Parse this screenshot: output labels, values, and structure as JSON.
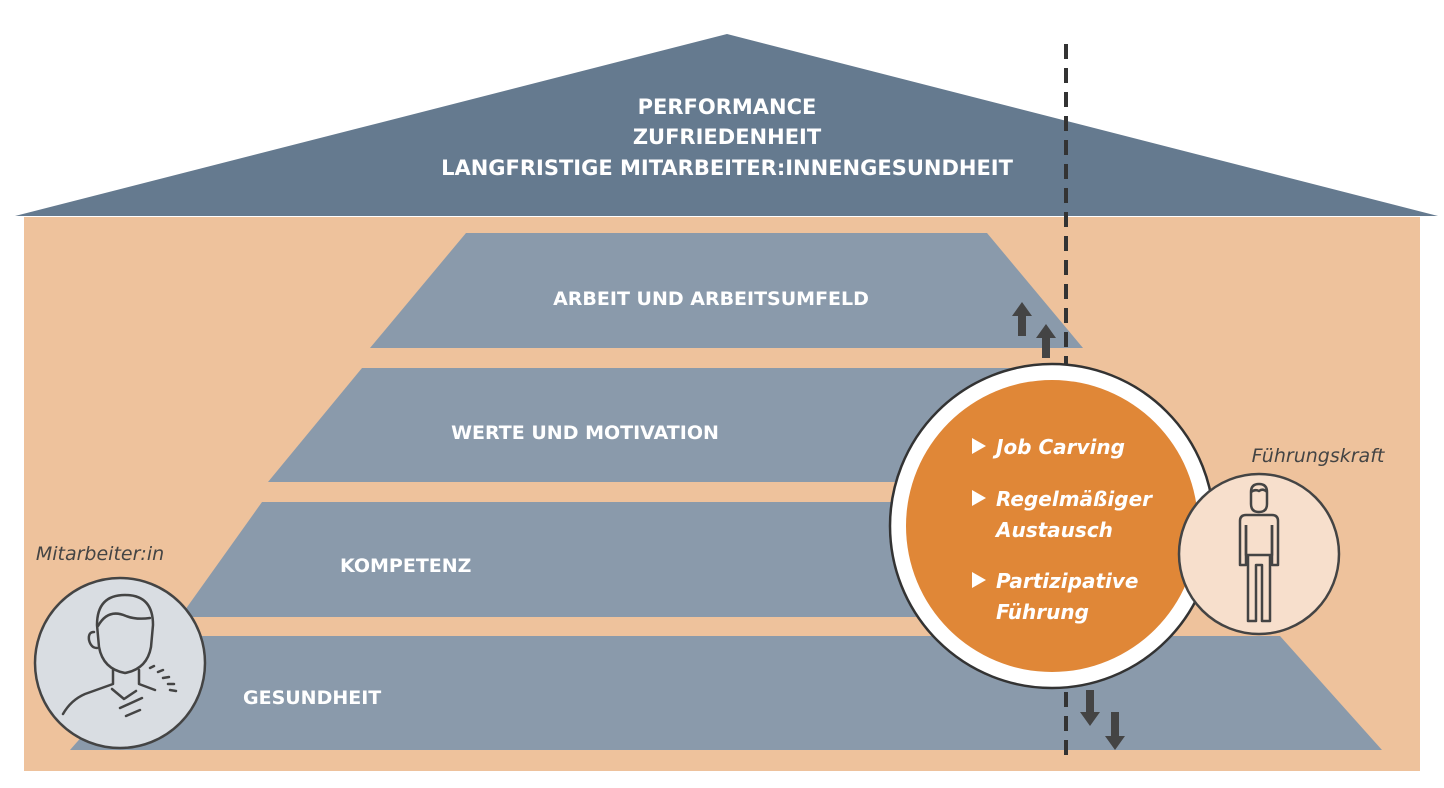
{
  "roof": {
    "line1": "PERFORMANCE",
    "line2": "ZUFRIEDENHEIT",
    "line3": "LANGFRISTIGE MITARBEITER:INNENGESUNDHEIT"
  },
  "levels": [
    {
      "label": "ARBEIT UND ARBEITSUMFELD"
    },
    {
      "label": "WERTE UND MOTIVATION"
    },
    {
      "label": "KOMPETENZ"
    },
    {
      "label": "GESUNDHEIT"
    }
  ],
  "circle": {
    "items": [
      {
        "lines": [
          "Job Carving"
        ]
      },
      {
        "lines": [
          "Regelmäßiger",
          "Austausch"
        ]
      },
      {
        "lines": [
          "Partizipative",
          "Führung"
        ]
      }
    ]
  },
  "roles": {
    "employee": "Mitarbeiter:in",
    "leader": "Führungskraft"
  },
  "icons": {
    "employee": "employee-person-icon",
    "leader": "standing-person-icon",
    "bullet": "triangle-bullet-icon",
    "up": "up-arrow-icon",
    "down": "down-arrow-icon"
  },
  "colors": {
    "roof": "#657a8f",
    "wall": "#eec29c",
    "level": "#8a9aab",
    "circle": "#e08737",
    "employee_bg": "#d9dde2",
    "leader_bg": "#f7dfcc",
    "text_dark": "#444444"
  }
}
